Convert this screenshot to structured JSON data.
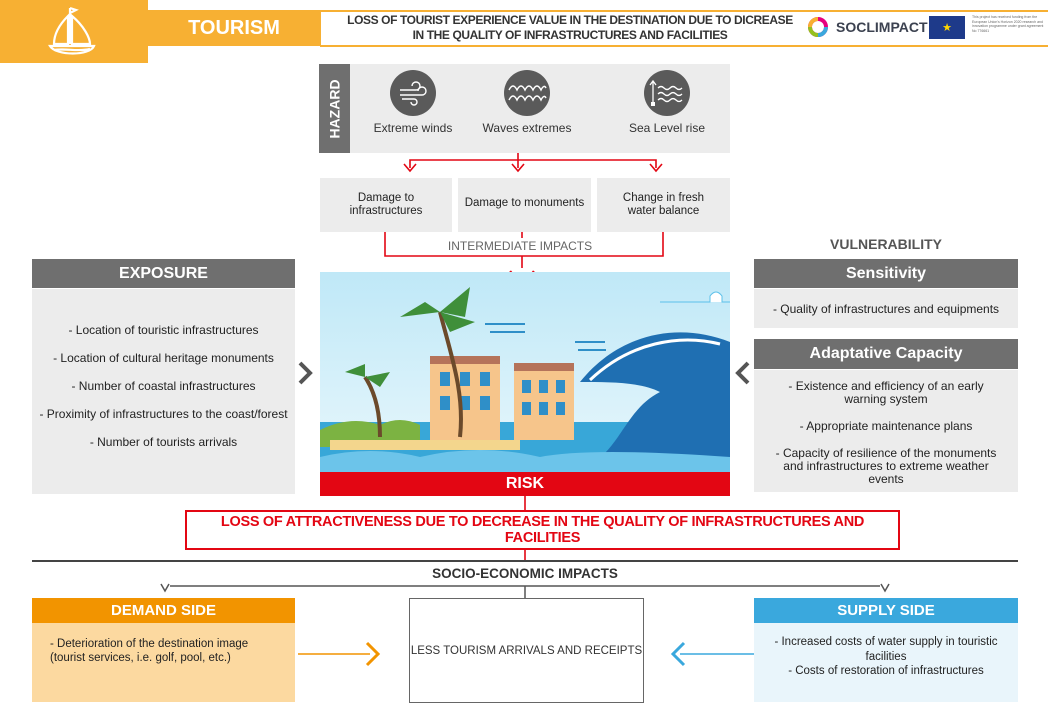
{
  "header": {
    "sector": "TOURISM",
    "title_line1": "LOSS OF TOURIST EXPERIENCE VALUE IN THE DESTINATION DUE TO DICREASE",
    "title_line2": "IN THE QUALITY OF INFRASTRUCTURES AND FACILITIES",
    "brand": "SOCLIMPACT",
    "eu_note": "This project has received funding from the European Union's Horizon 2020 research and innovation programme under grant agreement No 776661"
  },
  "hazard": {
    "label": "HAZARD",
    "items": [
      {
        "label": "Extreme winds",
        "icon": "wind-icon"
      },
      {
        "label": "Waves extremes",
        "icon": "waves-icon"
      },
      {
        "label": "Sea Level rise",
        "icon": "sea-level-icon"
      }
    ]
  },
  "intermediate": {
    "label": "INTERMEDIATE IMPACTS",
    "items": [
      "Damage to infrastructures",
      "Damage to monuments",
      "Change in fresh water balance"
    ]
  },
  "exposure": {
    "title": "EXPOSURE",
    "items": [
      "- Location of touristic infrastructures",
      "- Location of cultural heritage monuments",
      "- Number of coastal infrastructures",
      "- Proximity of infrastructures to the coast/forest",
      "- Number of tourists arrivals"
    ]
  },
  "vulnerability": {
    "label": "VULNERABILITY",
    "sensitivity_title": "Sensitivity",
    "sensitivity_items": [
      "- Quality of infrastructures and equipments"
    ],
    "adaptive_title": "Adaptative Capacity",
    "adaptive_items": [
      "- Existence and efficiency of an early warning system",
      "- Appropriate maintenance plans",
      "- Capacity of resilience of the monuments  and infrastructures to extreme weather events"
    ]
  },
  "risk": {
    "label": "RISK",
    "outcome": "LOSS OF ATTRACTIVENESS DUE TO DECREASE IN THE QUALITY OF INFRASTRUCTURES AND FACILITIES"
  },
  "socio": {
    "label": "SOCIO-ECONOMIC IMPACTS",
    "demand_title": "DEMAND SIDE",
    "demand_text": "- Deterioration of the destination image (tourist services, i.e. golf, pool, etc.)",
    "center_text": "LESS TOURISM ARRIVALS AND RECEIPTS",
    "supply_title": "SUPPLY SIDE",
    "supply_items": [
      "- Increased costs of water supply in touristic facilities",
      "- Costs of restoration of infrastructures"
    ]
  },
  "colors": {
    "orange": "#f7b033",
    "red": "#e30613",
    "demand": "#f29400",
    "supply": "#3aa8dd",
    "gray": "#6f6f6f"
  }
}
